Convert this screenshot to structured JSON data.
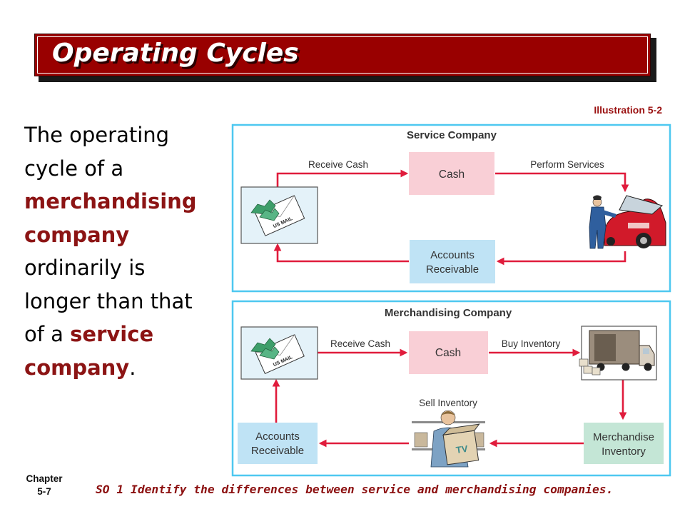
{
  "slide": {
    "title": "Operating Cycles",
    "illustration_label": "Illustration 5-2",
    "body": {
      "line1": "The operating",
      "line2": "cycle of a",
      "highlight1a": "merchandising",
      "highlight1b": "company",
      "line3": "ordinarily is",
      "line4": "longer than that",
      "line5_prefix": "of a ",
      "highlight2a": "service",
      "highlight2b": "company",
      "period": "."
    },
    "chapter": {
      "label": "Chapter",
      "number": "5-7"
    },
    "study_objective": "SO 1  Identify the differences between service and merchandising companies."
  },
  "service_diagram": {
    "heading": "Service Company",
    "cash_box": "Cash",
    "receivable_line1": "Accounts",
    "receivable_line2": "Receivable",
    "label_receive_cash": "Receive Cash",
    "label_perform_services": "Perform Services"
  },
  "merch_diagram": {
    "heading": "Merchandising Company",
    "cash_box": "Cash",
    "receivable_line1": "Accounts",
    "receivable_line2": "Receivable",
    "inventory_line1": "Merchandise",
    "inventory_line2": "Inventory",
    "label_receive_cash": "Receive Cash",
    "label_buy_inventory": "Buy Inventory",
    "label_sell_inventory": "Sell Inventory"
  },
  "envelope_text": "US MAIL",
  "crate_text": "TV",
  "colors": {
    "title_bar": "#990000",
    "highlight_text": "#8c1414",
    "frame_border": "#4ec8f0",
    "arrow": "#e01c3c",
    "cash_box": "#f9cfd6",
    "receivable_box": "#bfe3f5",
    "inventory_box": "#c4e6d6"
  }
}
